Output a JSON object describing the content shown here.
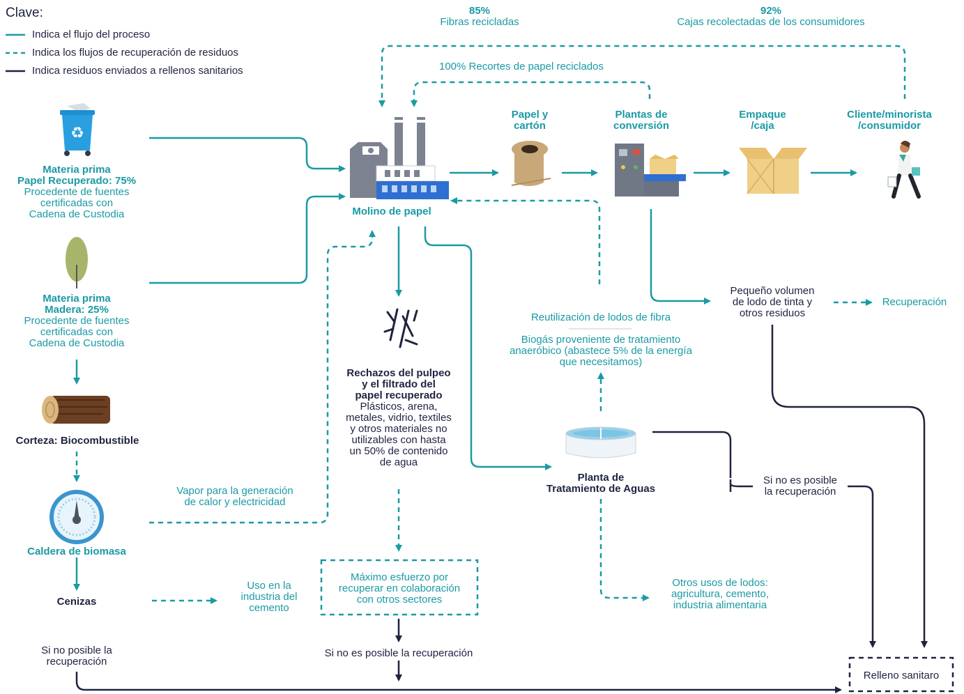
{
  "legend": {
    "title": "Clave:",
    "process": "Indica el flujo del proceso",
    "recovery": "Indica los flujos de recuperación de residuos",
    "landfill": "Indica residuos enviados a rellenos sanitarios"
  },
  "top": {
    "fibers_pct": "85%",
    "fibers_label": "Fibras recicladas",
    "boxes_pct": "92%",
    "boxes_label": "Cajas recolectadas de los consumidores",
    "trim": "100% Recortes de papel reciclados"
  },
  "inputs": {
    "recycled_title1": "Materia prima",
    "recycled_title2": "Papel Recuperado: 75%",
    "recycled_desc1": "Procedente de fuentes",
    "recycled_desc2": "certificadas con",
    "recycled_desc3": "Cadena de Custodia",
    "wood_title1": "Materia prima",
    "wood_title2": "Madera: 25%",
    "wood_desc1": "Procedente de fuentes",
    "wood_desc2": "certificadas con",
    "wood_desc3": "Cadena de Custodia"
  },
  "chain": {
    "mill": "Molino de papel",
    "paper1": "Papel y",
    "paper2": "cartón",
    "conv1": "Plantas de",
    "conv2": "conversión",
    "pack1": "Empaque",
    "pack2": "/caja",
    "client1": "Cliente/minorista",
    "client2": "/consumidor"
  },
  "biomass": {
    "bark": "Corteza: Biocombustible",
    "boiler": "Caldera de biomasa",
    "ash": "Cenizas",
    "steam1": "Vapor para la generación",
    "steam2": "de calor y electricidad",
    "cement1": "Uso en la",
    "cement2": "industria del",
    "cement3": "cemento",
    "no_recovery1": "Si no posible la",
    "no_recovery2": "recuperación"
  },
  "rejects": {
    "title1": "Rechazos del pulpeo",
    "title2": "y el filtrado del",
    "title3": "papel recuperado",
    "desc1": "Plásticos, arena,",
    "desc2": "metales, vidrio, textiles",
    "desc3": "y otros materiales no",
    "desc4": "utilizables con hasta",
    "desc5": "un 50% de contenido",
    "desc6": "de agua",
    "effort1": "Máximo esfuerzo por",
    "effort2": "recuperar en colaboración",
    "effort3": "con otros sectores",
    "no_recovery": "Si no es posible la recuperación"
  },
  "water": {
    "title1": "Planta de",
    "title2": "Tratamiento de Aguas",
    "sludge_reuse": "Reutilización de lodos de fibra",
    "biogas1": "Biogás proveniente de tratamiento",
    "biogas2": "anaeróbico (abastece 5% de la energía",
    "biogas3": "que necesitamos)",
    "other1": "Otros usos de lodos:",
    "other2": "agricultura, cemento,",
    "other3": "industria alimentaria",
    "no_recovery1": "Si no es posible",
    "no_recovery2": "la recuperación"
  },
  "ink": {
    "line1": "Pequeño volumen",
    "line2": "de lodo de tinta y",
    "line3": "otros residuos",
    "recovery": "Recuperación"
  },
  "landfill": "Relleno sanitaro",
  "colors": {
    "teal": "#1a9aa5",
    "navy": "#1f2340",
    "kraft": "#c8a878",
    "box": "#f0cf86"
  }
}
